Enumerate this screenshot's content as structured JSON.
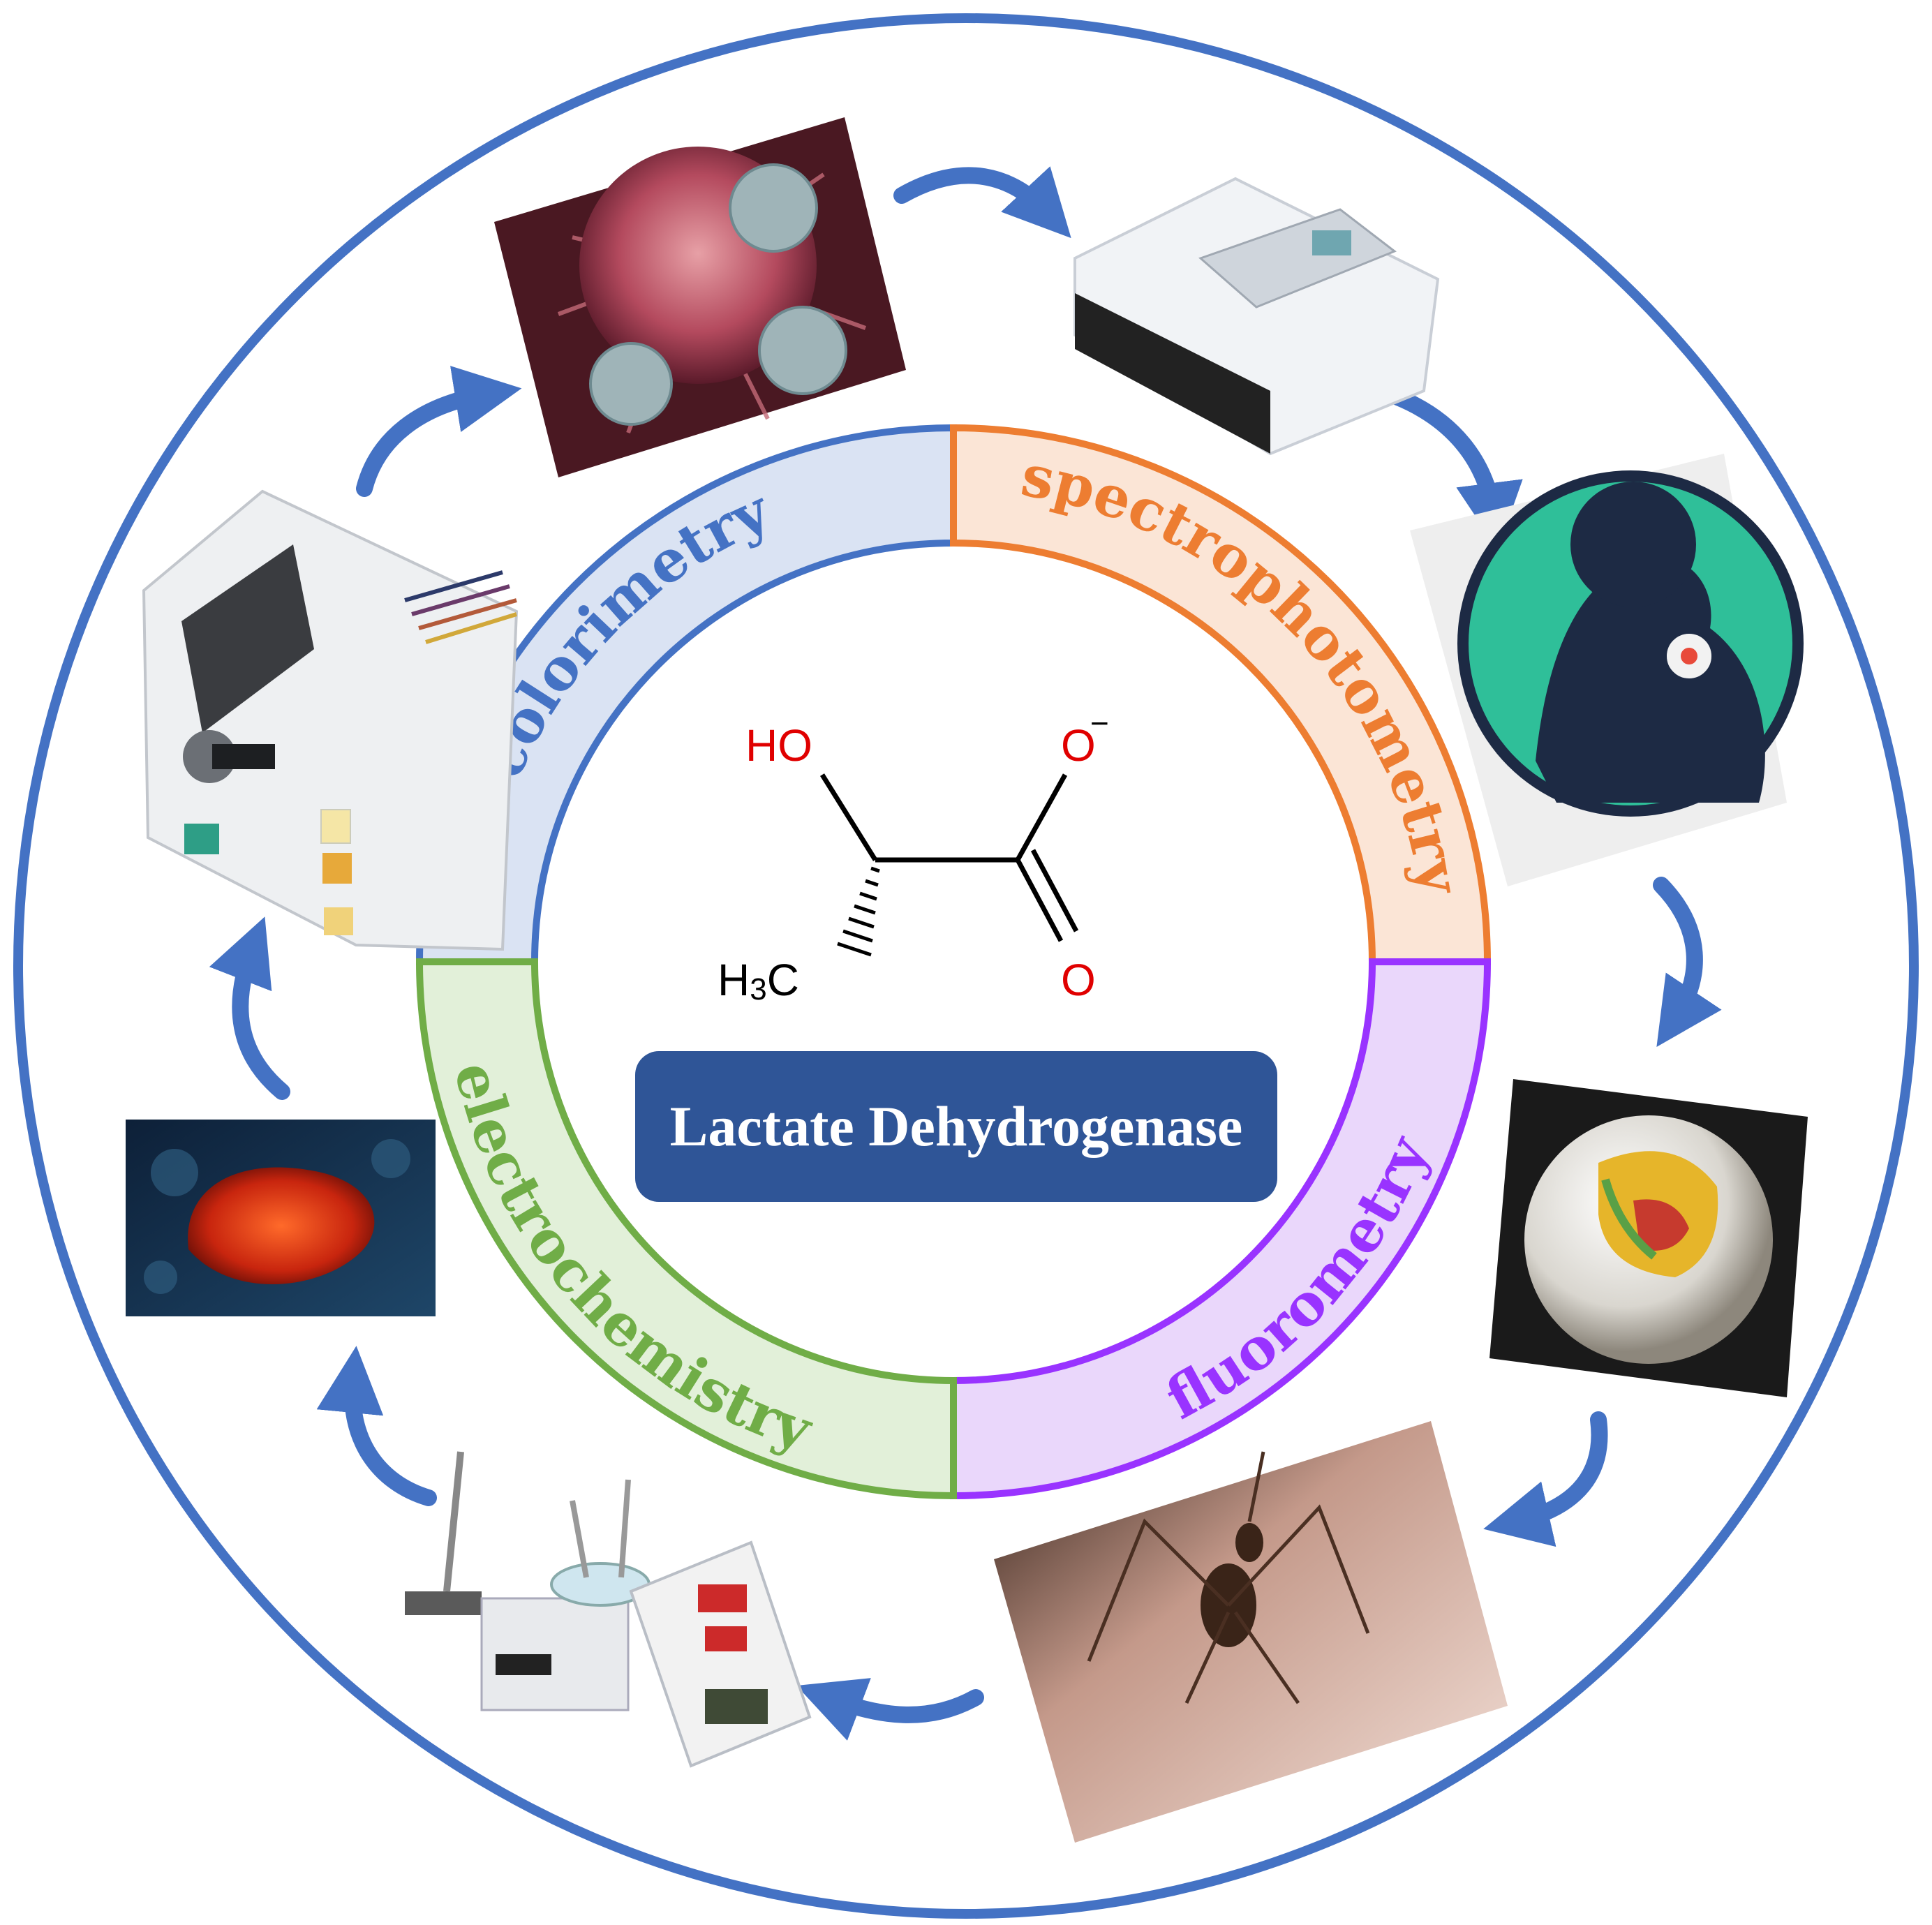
{
  "colors": {
    "outer_ring": "#4472c4",
    "arrow": "#4472c4",
    "colorimetry": "#4472c4",
    "colorimetry_fill": "#dae3f3",
    "spectrophotometry": "#ed7d31",
    "spectrophotometry_fill": "#fbe5d6",
    "fluorometry": "#9933ff",
    "fluorometry_fill": "#ead7fb",
    "electrochemistry": "#70ad47",
    "electrochemistry_fill": "#e2f0d9",
    "center_box": "#2f5597",
    "atom_red": "#e00000",
    "atom_black": "#000000"
  },
  "methods": {
    "colorimetry": "colorimetry",
    "spectrophotometry": "spectrophotometry",
    "fluorometry": "fluorometry",
    "electrochemistry": "electrochemistry"
  },
  "molecule": {
    "hydroxyl": "HO",
    "carboxylate_o": "O",
    "charge": "−",
    "carbonyl_o": "O",
    "methyl_h": "H",
    "methyl_sub": "3",
    "methyl_c": "C"
  },
  "center_title": "Lactate Dehydrogenase",
  "images": [
    {
      "id": "cancer-cell",
      "icon": "cancer-cell-illustration"
    },
    {
      "id": "spectrophotometer",
      "icon": "uv-vis-spectrophotometer"
    },
    {
      "id": "heart-attack",
      "icon": "heart-attack-badge"
    },
    {
      "id": "nanoparticle",
      "icon": "nanoparticle-sphere"
    },
    {
      "id": "mosquito",
      "icon": "mosquito-on-skin"
    },
    {
      "id": "electrochem-setup",
      "icon": "electrochemical-workstation"
    },
    {
      "id": "liver",
      "icon": "liver-disease-illustration"
    },
    {
      "id": "colorimeter",
      "icon": "colorimeter-instrument"
    }
  ]
}
